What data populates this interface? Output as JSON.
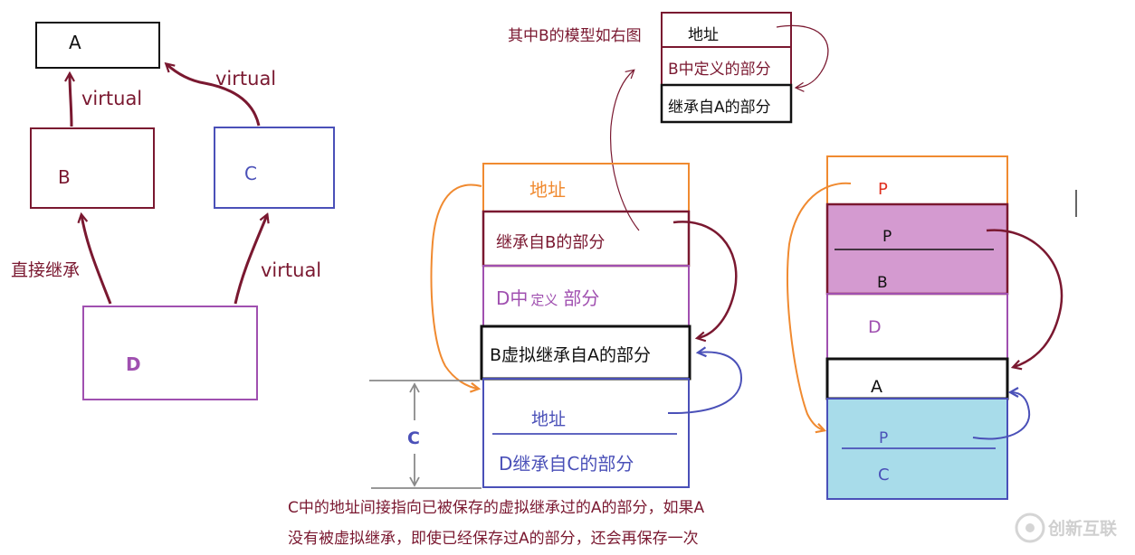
{
  "colors": {
    "dark_red": "#7a1830",
    "blue": "#4a50b8",
    "purple": "#a050b0",
    "orange": "#f08a30",
    "red": "#e03020",
    "black": "#111111",
    "gray": "#8a8a8a",
    "pink_fill": "#d49ad0",
    "cyan_fill": "#a8dcea"
  },
  "hierarchy": {
    "class_a": "A",
    "class_b": "B",
    "class_c": "C",
    "class_d": "D",
    "edge_b_a": "virtual",
    "edge_c_a": "virtual",
    "edge_d_b": "直接继承",
    "edge_d_c": "virtual"
  },
  "b_model": {
    "caption": "其中B的模型如右图",
    "rows": [
      "地址",
      "B中定义的部分",
      "继承自A的部分"
    ]
  },
  "d_layout": {
    "rows": {
      "address": "地址",
      "b_part": "继承自B的部分",
      "d_part_prefix": "D中",
      "d_part_mid": "定义",
      "d_part_suffix": "部分",
      "virtual_a": "B虚拟继承自A的部分",
      "c_address": "地址",
      "c_part": "D继承自C的部分"
    },
    "c_marker": "C"
  },
  "note": {
    "line1": "C中的地址间接指向已被保存的虚拟继承过的A的部分，如果A",
    "line2": "没有被虚拟继承，即使已经保存过A的部分，还会再保存一次"
  },
  "right_layout": {
    "top_p": "P",
    "b_inner_p": "P",
    "b_label": "B",
    "d_label": "D",
    "a_label": "A",
    "c_inner_p": "P",
    "c_label": "C"
  },
  "watermark": "创新互联"
}
